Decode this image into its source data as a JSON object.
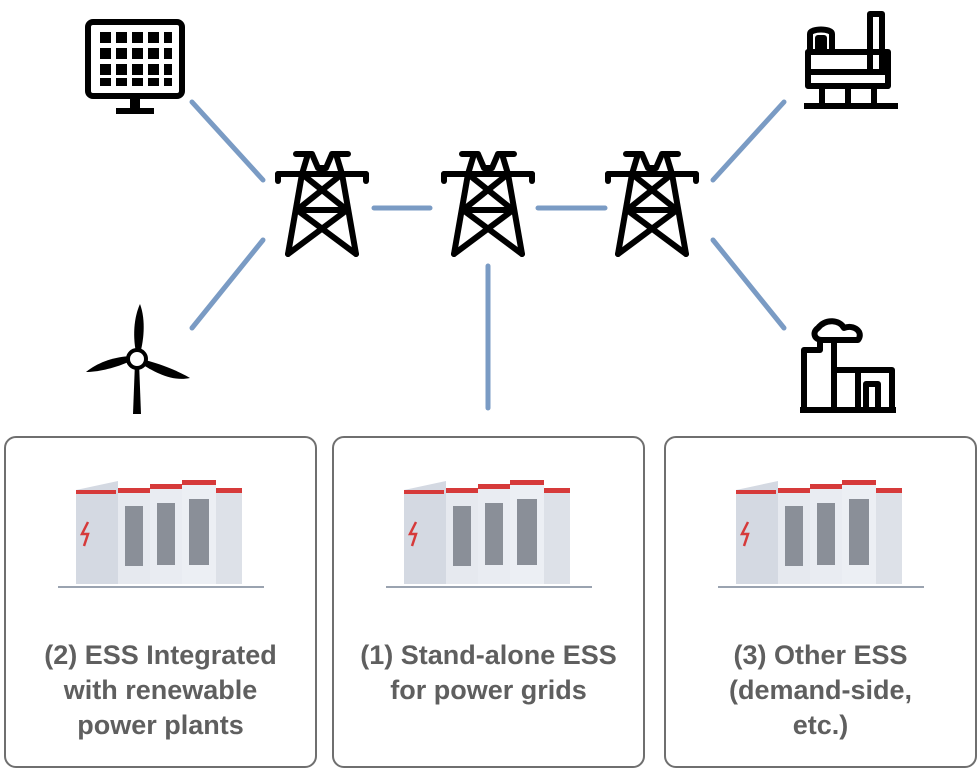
{
  "diagram": {
    "colors": {
      "connector": "#7a9bc4",
      "icon_stroke": "#000000",
      "panel_border": "#6f6f6f",
      "label_text": "#5f5f5f",
      "ess_accent": "#d63a3a",
      "ess_body": "#dfe3ea"
    },
    "icons": {
      "solar": "solar-panel-icon",
      "wind": "wind-turbine-icon",
      "tower": "transmission-tower-icon",
      "offshore": "offshore-platform-icon",
      "factory": "factory-icon",
      "ess": "battery-storage-cabinet-icon"
    },
    "panels": [
      {
        "id": "panel-renewable",
        "label": "(2) ESS Integrated\nwith renewable\npower plants"
      },
      {
        "id": "panel-standalone",
        "label": "(1) Stand-alone ESS\nfor power grids"
      },
      {
        "id": "panel-other",
        "label": "(3) Other ESS\n(demand-side,\netc.)"
      }
    ]
  }
}
